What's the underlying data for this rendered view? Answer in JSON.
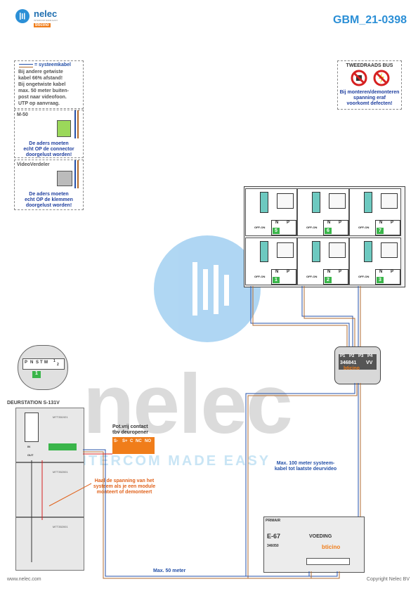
{
  "header": {
    "brand": "nelec",
    "tagline": "INTERCOM MADE EASY",
    "sub_brand": "bticino",
    "title": "GBM_21-0398"
  },
  "legend_systeemkabel": {
    "key": "= systeemkabel",
    "lines": [
      "Bij andere getwiste",
      "kabel 66% afstand!",
      "Bij ongetwiste kabel",
      "max. 50 meter buiten-",
      "post naar videofoon.",
      "UTP op aanvraag."
    ]
  },
  "m50": {
    "title": "M-50",
    "note": [
      "De aders moeten",
      "echt OP de connector",
      "doorgelust worden!"
    ]
  },
  "videoverdeler": {
    "title": "VideoVerdeler",
    "note": [
      "De aders moeten",
      "echt OP de klemmen",
      "doorgelust worden!"
    ]
  },
  "tweedraads": {
    "title": "TWEEDRAADS BUS",
    "note": [
      "Bij monteren/demonteren",
      "spanning eraf",
      "voorkomt defecten!"
    ]
  },
  "monitors": {
    "col_labels": [
      "N",
      "P"
    ],
    "switch_label": "OFF-ON",
    "top_row": [
      "5",
      "6",
      "7"
    ],
    "bottom_row": [
      "1",
      "2",
      "3"
    ]
  },
  "distributor": {
    "ports": [
      "P1",
      "P2",
      "P3",
      "P4"
    ],
    "code": "346841",
    "vv": "VV",
    "brand": "bticino"
  },
  "buttons_panel": {
    "labels": [
      "P",
      "N",
      "S",
      "T",
      "M",
      "1",
      "2"
    ],
    "value": "1"
  },
  "door_station": {
    "title": "DEURSTATION S-131V",
    "module_codes": [
      "MTT351921",
      "MTT352001",
      "MTT352001"
    ],
    "labels_in_out": [
      "IN",
      "OUT"
    ]
  },
  "contact": {
    "title": [
      "Pot.vrij contact",
      "tbv deuropener"
    ],
    "terminals": [
      "S-",
      "S+",
      "C",
      "NC",
      "NO"
    ]
  },
  "notes": {
    "spanning": [
      "Haal de spanning van het",
      "systeem als je een module",
      "monteert of demonteert"
    ],
    "max100": [
      "Max. 100 meter systeem-",
      "kabel tot laatste deurvideo"
    ],
    "max50": "Max. 50 meter"
  },
  "power": {
    "primair": "PRIMAIR",
    "model": "E-67",
    "voeding": "VOEDING",
    "code": "346050",
    "brand": "bticino"
  },
  "footer": {
    "left": "www.nelec.com",
    "right": "Copyright Nelec BV"
  },
  "watermark": {
    "text": "nelec",
    "sub": "INTERCOM MADE EASY"
  }
}
